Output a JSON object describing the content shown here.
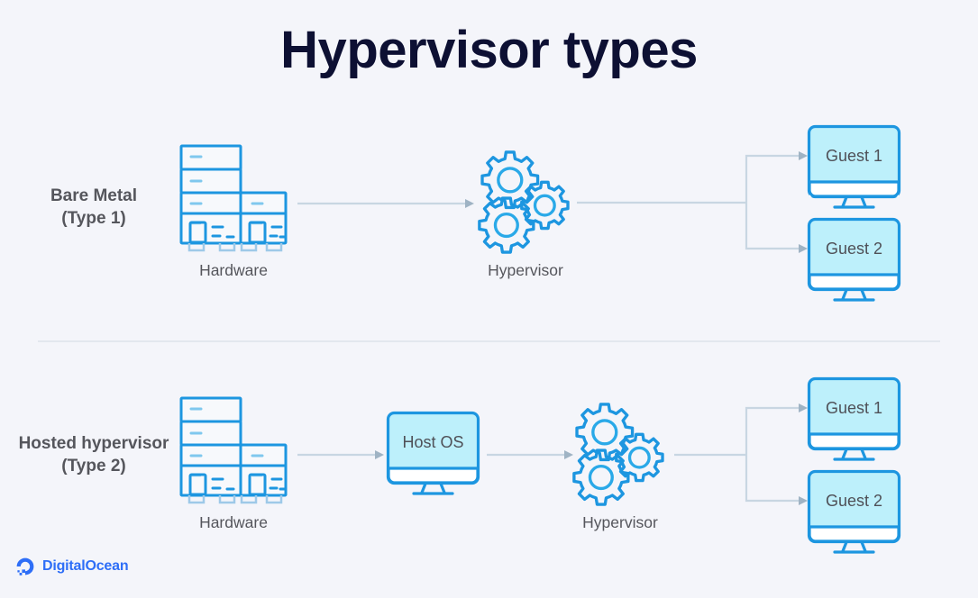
{
  "page": {
    "title": "Hypervisor types",
    "background_color": "#f4f5fa",
    "title_color": "#0d1033",
    "accent_blue": "#1d96e0",
    "fill_cyan": "#bdf0fb",
    "arrow_color": "#c8d4e0",
    "label_color": "#55565c",
    "brand_color": "#2e6ef7",
    "divider_color": "#e3e7ee"
  },
  "brand": {
    "name": "DigitalOcean",
    "logo_icon": "digitalocean-logo-icon"
  },
  "rows": [
    {
      "id": "bare-metal",
      "label_line1": "Bare Metal",
      "label_line2": "(Type 1)",
      "nodes": [
        {
          "id": "hardware",
          "icon": "server-rack-icon",
          "caption": "Hardware"
        },
        {
          "id": "hypervisor",
          "icon": "gears-icon",
          "caption": "Hypervisor"
        }
      ],
      "guests": [
        {
          "id": "guest-1",
          "icon": "monitor-icon",
          "label": "Guest 1"
        },
        {
          "id": "guest-2",
          "icon": "monitor-icon",
          "label": "Guest 2"
        }
      ]
    },
    {
      "id": "hosted-hypervisor",
      "label_line1": "Hosted hypervisor",
      "label_line2": "(Type 2)",
      "nodes": [
        {
          "id": "hardware",
          "icon": "server-rack-icon",
          "caption": "Hardware"
        },
        {
          "id": "host-os",
          "icon": "monitor-icon",
          "label": "Host OS",
          "caption": ""
        },
        {
          "id": "hypervisor",
          "icon": "gears-icon",
          "caption": "Hypervisor"
        }
      ],
      "guests": [
        {
          "id": "guest-1",
          "icon": "monitor-icon",
          "label": "Guest 1"
        },
        {
          "id": "guest-2",
          "icon": "monitor-icon",
          "label": "Guest 2"
        }
      ]
    }
  ]
}
